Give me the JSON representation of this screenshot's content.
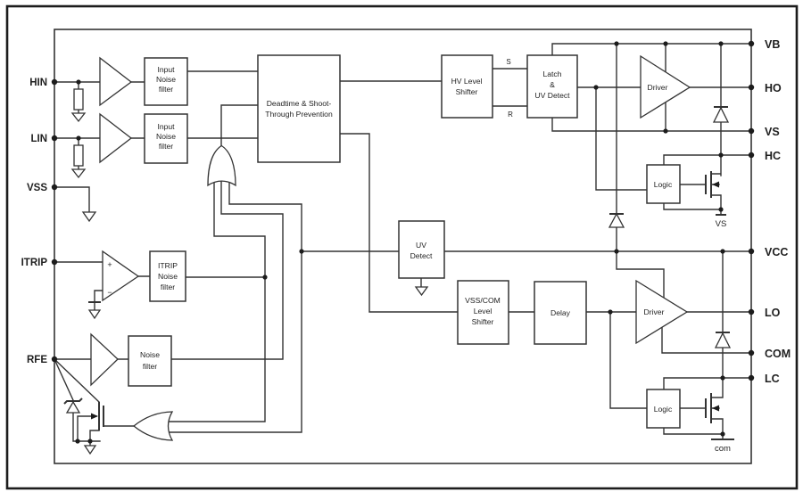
{
  "diagram": {
    "pins": {
      "left": [
        {
          "label": "HIN"
        },
        {
          "label": "LIN"
        },
        {
          "label": "VSS"
        },
        {
          "label": "ITRIP"
        },
        {
          "label": "RFE"
        }
      ],
      "right": [
        {
          "label": "VB"
        },
        {
          "label": "HO"
        },
        {
          "label": "VS"
        },
        {
          "label": "HC"
        },
        {
          "label": "VCC"
        },
        {
          "label": "LO"
        },
        {
          "label": "COM"
        },
        {
          "label": "LC"
        }
      ]
    },
    "blocks": {
      "hin_filter": {
        "lines": [
          "Input",
          "Noise",
          "filter"
        ]
      },
      "lin_filter": {
        "lines": [
          "Input",
          "Noise",
          "filter"
        ]
      },
      "deadtime": {
        "lines": [
          "Deadtime & Shoot-",
          "Through Prevention"
        ]
      },
      "hv_shifter": {
        "lines": [
          "HV Level",
          "Shifter"
        ]
      },
      "latch": {
        "lines": [
          "Latch",
          "&",
          "UV Detect"
        ]
      },
      "driver_high": {
        "label": "Driver"
      },
      "logic_high": {
        "label": "Logic"
      },
      "uv_detect": {
        "lines": [
          "UV",
          "Detect"
        ]
      },
      "vss_com_shifter": {
        "lines": [
          "VSS/COM",
          "Level",
          "Shifter"
        ]
      },
      "delay": {
        "label": "Delay"
      },
      "driver_low": {
        "label": "Driver"
      },
      "logic_low": {
        "label": "Logic"
      },
      "itrip_filter": {
        "lines": [
          "ITRIP",
          "Noise",
          "filter"
        ]
      },
      "rfe_filter": {
        "lines": [
          "Noise",
          "filter"
        ]
      }
    },
    "labels": {
      "set": "S",
      "reset": "R",
      "vs_node": "VS",
      "com_node": "com",
      "plus": "+",
      "minus": "−"
    },
    "colors": {
      "ink": "#333333",
      "background": "#ffffff"
    }
  }
}
